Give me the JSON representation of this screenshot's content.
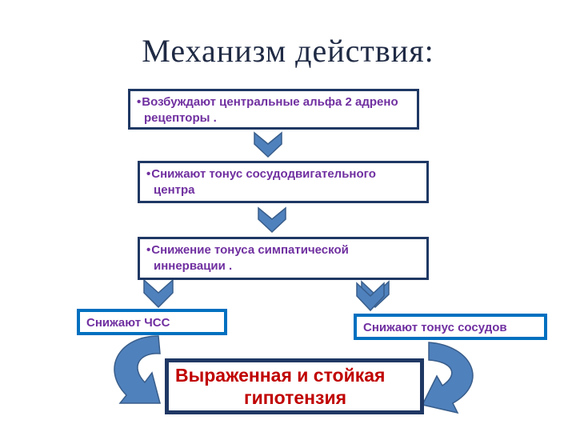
{
  "title": "Механизм действия:",
  "boxes": {
    "step1": {
      "line1": "Возбуждают центральные альфа 2 адрено",
      "line2": "рецепторы ."
    },
    "step2": {
      "line1": "Снижают  тонус    сосудодвигательного",
      "line2": "центра"
    },
    "step3": {
      "line1": "Снижение тонуса симпатической",
      "line2": "иннервации ."
    },
    "left": "Снижают ЧСС",
    "right": "Снижают  тонус  сосудов",
    "result": {
      "line1": "Выраженная и стойкая",
      "line2": "гипотензия"
    }
  },
  "colors": {
    "box_border": "#1f3864",
    "blue_border": "#0070c0",
    "text_purple": "#7030a0",
    "text_red": "#c00000",
    "arrow_fill": "#4f81bd",
    "arrow_stroke": "#385d8a"
  }
}
